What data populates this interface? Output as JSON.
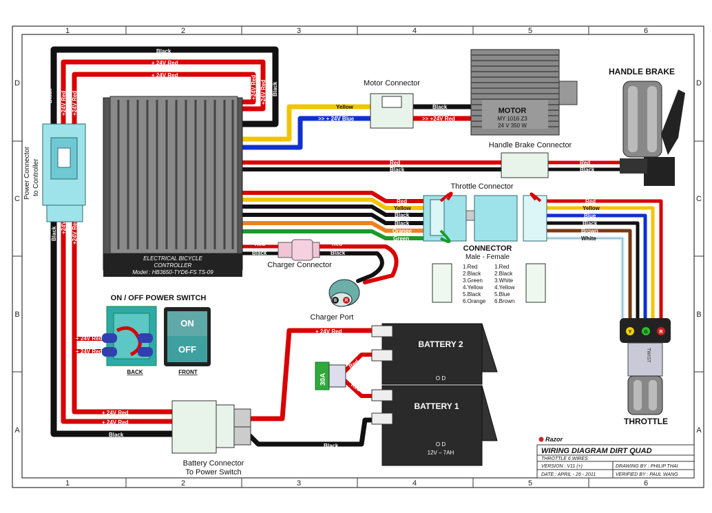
{
  "grid": {
    "cols": [
      "1",
      "2",
      "3",
      "4",
      "5",
      "6"
    ],
    "rows": [
      "D",
      "C",
      "B",
      "A"
    ]
  },
  "components": {
    "controller_title": "ELECTRICAL BICYCLE",
    "controller_title2": "CONTROLLER",
    "controller_model": "Model : HB3650-TYD6-FS TS-09",
    "motor_title": "MOTOR",
    "motor_model": "MY 1016 Z3",
    "motor_spec": "24 V 350 W",
    "motor_connector": "Motor Connector",
    "handle_brake": "HANDLE BRAKE",
    "handle_brake_connector": "Handle Brake Connector",
    "throttle_connector": "Throttle Connector",
    "power_connector_line1": "Power Connector",
    "power_connector_line2": "to Controller",
    "charger_connector": "Charger Connector",
    "charger_port": "Charger Port",
    "switch_title": "ON / OFF POWER SWITCH",
    "switch_on": "ON",
    "switch_off": "OFF",
    "switch_back": "BACK",
    "switch_front": "FRONT",
    "battery2": "BATTERY 2",
    "battery1": "BATTERY 1",
    "battery_od": "O D",
    "battery_spec": "12V – 7AH",
    "fuse": "30A",
    "battery_connector_line1": "Battery Connector",
    "battery_connector_line2": "To Power Switch",
    "throttle": "THROTTLE",
    "twist": "TWIST",
    "ryb": [
      "Y",
      "G",
      "R"
    ],
    "charger_pins": [
      "B",
      "R"
    ]
  },
  "wire_labels": {
    "black": "Black",
    "red24": "+ 24V Red",
    "red24_short": "+24V Red",
    "red24_arrow": ">> +24V Red",
    "blue24_arrow": ">> + 24V Blue",
    "yellow": "Yellow",
    "red": "Red",
    "blue": "Blue",
    "orange": "Orange",
    "green": "Green",
    "brown": "Brown",
    "white": "White"
  },
  "connector_table": {
    "title": "CONNECTOR",
    "subtitle": "Male  -  Female",
    "male": [
      "1.Red",
      "2.Black",
      "3.Green",
      "4.Yellow",
      "5.Black",
      "6.Orange"
    ],
    "female": [
      "1.Red",
      "2.Black",
      "3.White",
      "4.Yellow",
      "5.Blue",
      "6.Brown"
    ]
  },
  "title_block": {
    "brand": "Razor",
    "title": "WIRING DIAGRAM DIRT QUAD",
    "subtitle": "THROTTLE 6 WIRES",
    "version": "VERSION : V11 (+)",
    "date": "DATE : APRIL - 26 - 2011",
    "drawn_by": "DRAWING BY : PHILIP THAI",
    "verified_by": "VERIFIED BY : PAUL WANG"
  }
}
